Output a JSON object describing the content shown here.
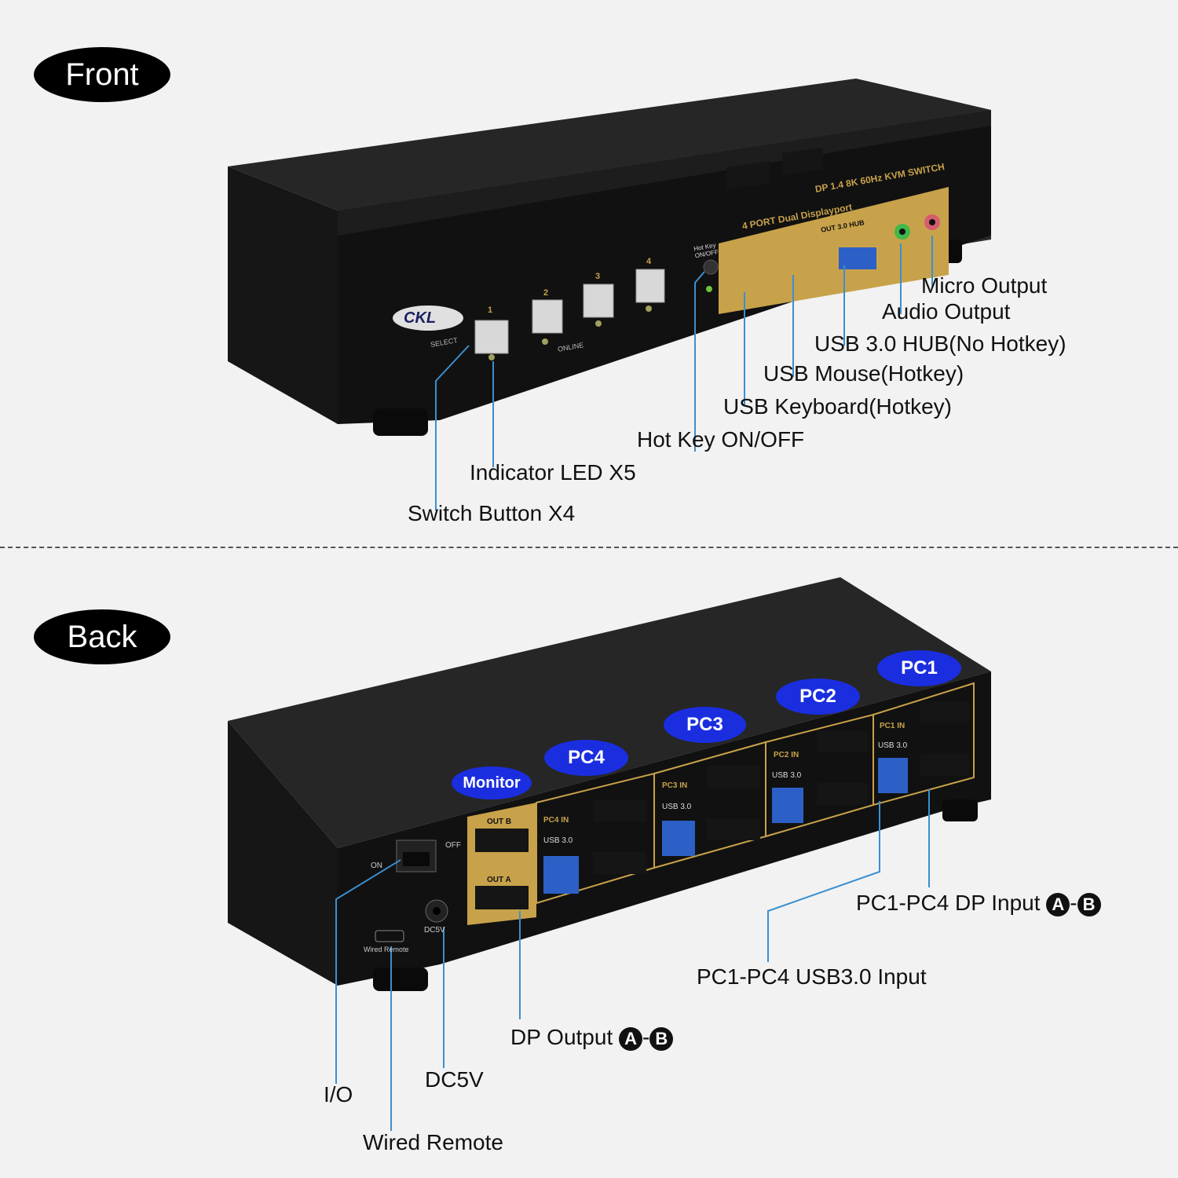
{
  "sections": {
    "front_title": "Front",
    "back_title": "Back"
  },
  "front": {
    "brand": "CKL",
    "model_line": "DP 1.4  8K  60Hz  KVM SWITCH",
    "model_sub": "4 PORT Dual Displayport",
    "select_text": "SELECT",
    "online_text": "ONLINE",
    "hotkey_text": "Hot Key ON/OFF",
    "out_hub_text": "OUT  3.0 HUB",
    "buttons": [
      "1",
      "2",
      "3",
      "4"
    ],
    "callouts": {
      "micro": "Micro Output",
      "audio": "Audio Output",
      "usb_hub": "USB 3.0 HUB(No Hotkey)",
      "usb_mouse": "USB Mouse(Hotkey)",
      "usb_keyboard": "USB Keyboard(Hotkey)",
      "hotkey": "Hot Key ON/OFF",
      "led": "Indicator LED X5",
      "switch": "Switch Button X4"
    }
  },
  "back": {
    "tags": {
      "monitor": "Monitor",
      "pc4": "PC4",
      "pc3": "PC3",
      "pc2": "PC2",
      "pc1": "PC1"
    },
    "panel_text": {
      "on": "ON",
      "off": "OFF",
      "out_b": "OUT B",
      "out_a": "OUT A",
      "dc5v": "DC5V",
      "wired_remote": "Wired Remote",
      "usb30": "USB 3.0",
      "pc4_in": "PC4 IN",
      "pc3_in": "PC3 IN",
      "pc2_in": "PC2 IN",
      "pc1_in": "PC1 IN",
      "a": "A",
      "b": "B"
    },
    "callouts": {
      "dp_input": "PC1-PC4 DP Input",
      "usb_input": "PC1-PC4 USB3.0 Input",
      "dp_output": "DP Output",
      "io": "I/O",
      "dc5v": "DC5V",
      "wired_remote": "Wired Remote",
      "circle_a": "A",
      "circle_b": "B",
      "dash": "-"
    }
  },
  "colors": {
    "body": "#1b1b1b",
    "gold": "#c8a24a",
    "blue": "#1a2ee0",
    "line": "#3a8fd0"
  }
}
